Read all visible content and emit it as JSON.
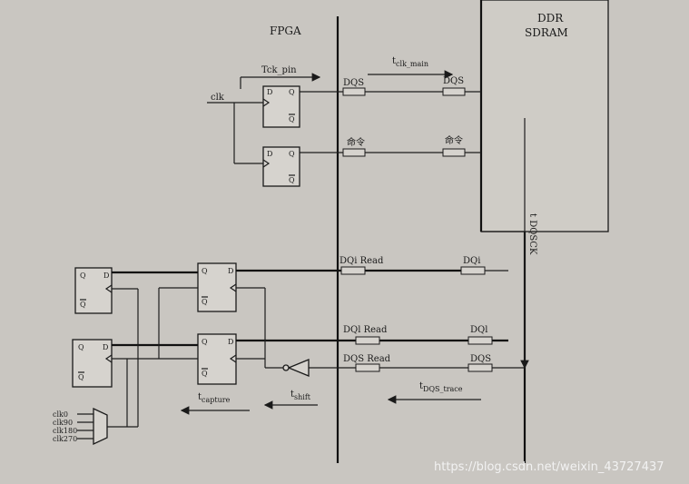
{
  "fpga_label": "FPGA",
  "ddr_label_line1": "DDR",
  "ddr_label_line2": "SDRAM",
  "tck_pin": "Tck_pin",
  "t_clk_main": "t",
  "t_clk_main_sub": "clk_main",
  "clk": "clk",
  "dqs_out_left": "DQS",
  "dqs_out_right": "DQS",
  "cmd_left": "命令",
  "cmd_right": "命令",
  "t_dqsck": "t DQSCK",
  "dqi_read": "DQi Read",
  "dqi": "DQi",
  "dql_read": "DQl Read",
  "dql": "DQl",
  "dqs_read": "DQS Read",
  "dqs_in": "DQS",
  "t_dqs_trace": "t",
  "t_dqs_trace_sub": "DQS_trace",
  "t_capture": "t",
  "t_capture_sub": "capture",
  "t_shift": "t",
  "t_shift_sub": "shift",
  "mux_inputs": [
    "clk0",
    "clk90",
    "clk180",
    "clk270"
  ],
  "ff_D": "D",
  "ff_Q": "Q",
  "ff_Qbar": "Q",
  "watermark": "https://blog.csdn.net/weixin_43727437"
}
